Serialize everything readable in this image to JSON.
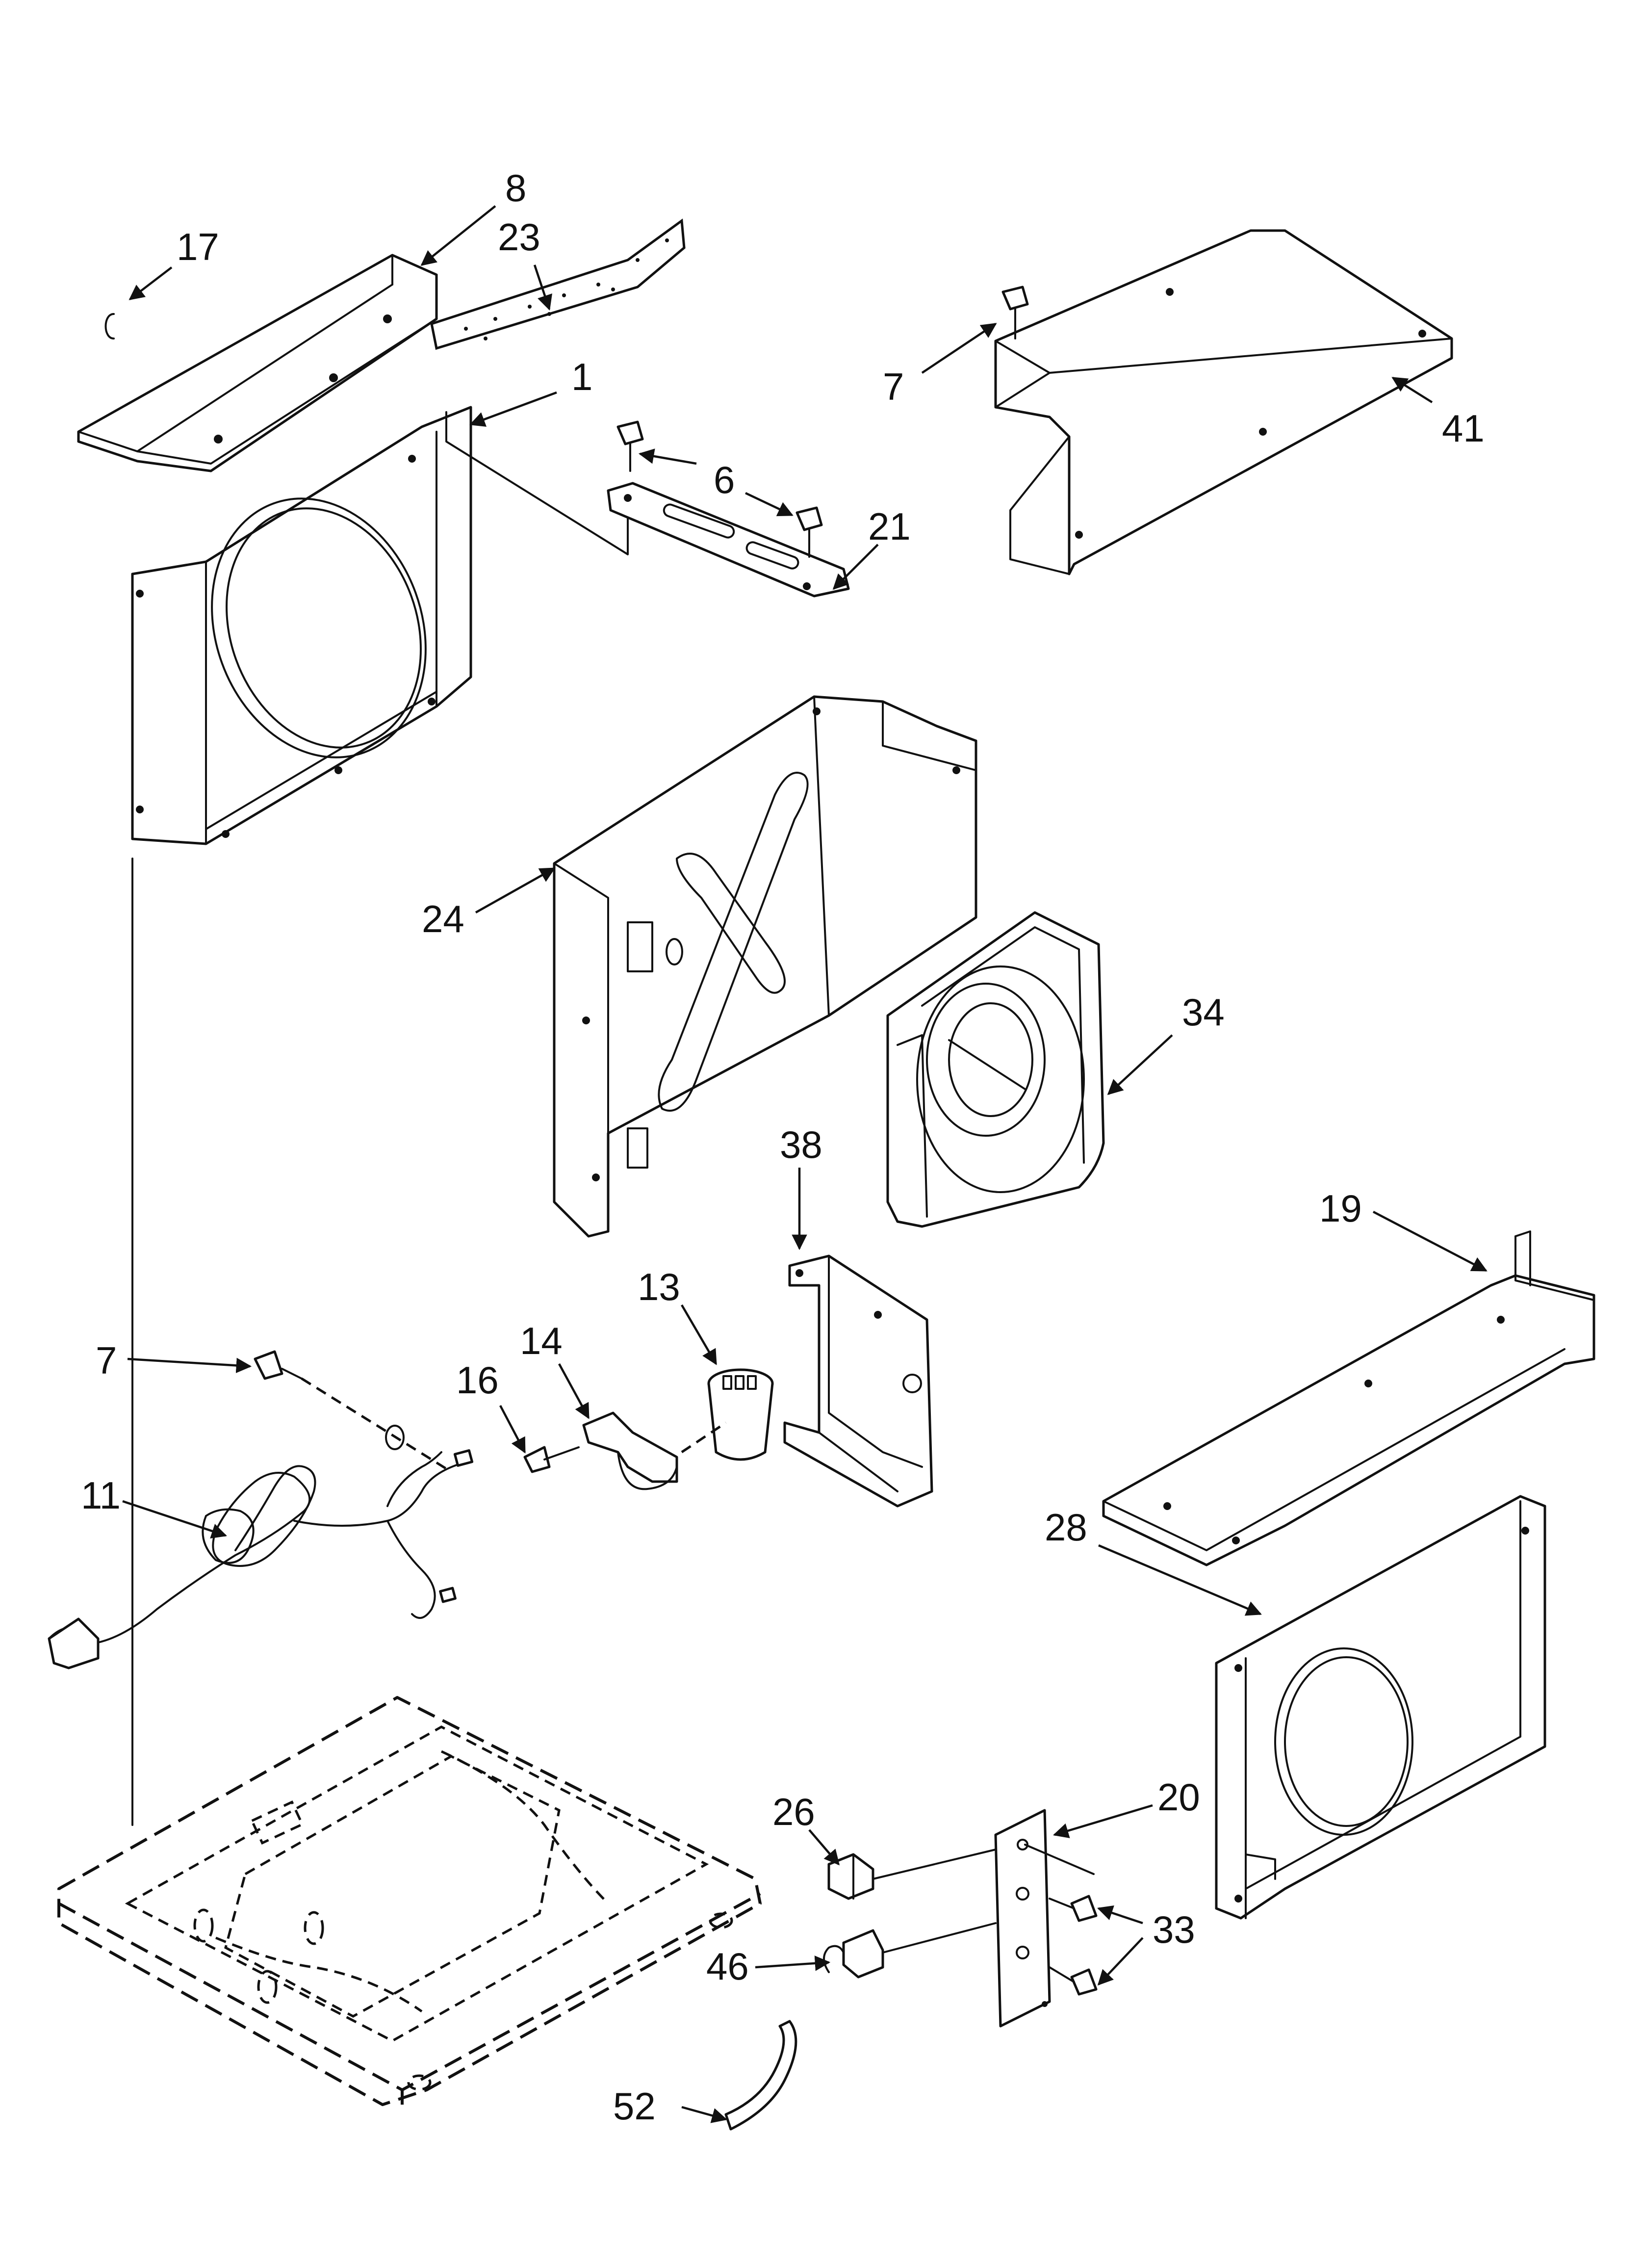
{
  "diagram": {
    "callouts": [
      {
        "id": "c1",
        "label": "1"
      },
      {
        "id": "c6",
        "label": "6"
      },
      {
        "id": "c7a",
        "label": "7"
      },
      {
        "id": "c7b",
        "label": "7"
      },
      {
        "id": "c8",
        "label": "8"
      },
      {
        "id": "c11",
        "label": "11"
      },
      {
        "id": "c13",
        "label": "13"
      },
      {
        "id": "c14",
        "label": "14"
      },
      {
        "id": "c16",
        "label": "16"
      },
      {
        "id": "c17",
        "label": "17"
      },
      {
        "id": "c19",
        "label": "19"
      },
      {
        "id": "c20",
        "label": "20"
      },
      {
        "id": "c21",
        "label": "21"
      },
      {
        "id": "c23",
        "label": "23"
      },
      {
        "id": "c24",
        "label": "24"
      },
      {
        "id": "c26",
        "label": "26"
      },
      {
        "id": "c28",
        "label": "28"
      },
      {
        "id": "c33",
        "label": "33"
      },
      {
        "id": "c34",
        "label": "34"
      },
      {
        "id": "c38",
        "label": "38"
      },
      {
        "id": "c41",
        "label": "41"
      },
      {
        "id": "c46",
        "label": "46"
      },
      {
        "id": "c52",
        "label": "52"
      }
    ]
  }
}
